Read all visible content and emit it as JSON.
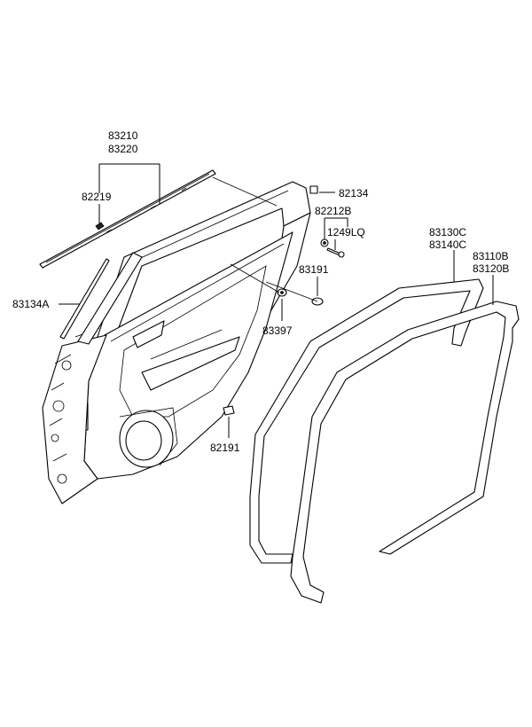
{
  "labels": {
    "p83210": "83210",
    "p83220": "83220",
    "p82219": "82219",
    "p82134": "82134",
    "p82212B": "82212B",
    "p1249LQ": "1249LQ",
    "p83191": "83191",
    "p83397": "83397",
    "p83134A": "83134A",
    "p82191": "82191",
    "p83130C": "83130C",
    "p83140C": "83140C",
    "p83110B": "83110B",
    "p83120B": "83120B"
  }
}
